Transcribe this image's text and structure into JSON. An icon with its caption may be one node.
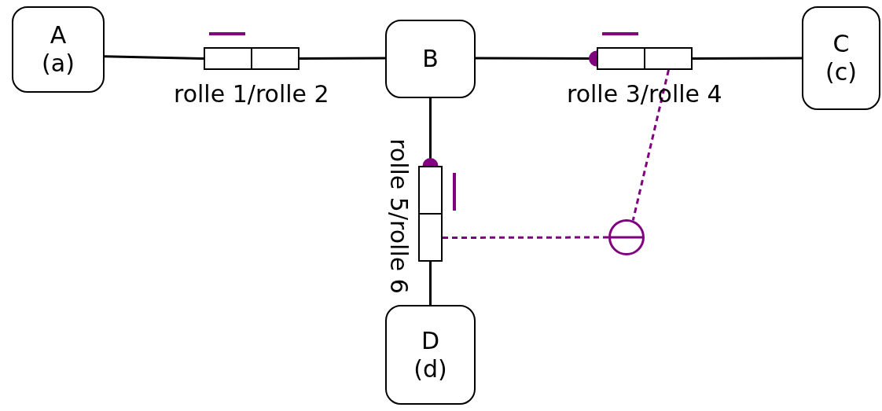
{
  "diagram": {
    "nodes": [
      {
        "text": [
          "A",
          "(a)"
        ]
      },
      {
        "text": [
          "B"
        ]
      },
      {
        "text": [
          "C",
          "(c)"
        ]
      },
      {
        "text": [
          "D",
          "(d)"
        ]
      },
      {
        "text": [],
        "shape": "box",
        "beside": [
          "rolle 1/rolle 2"
        ]
      },
      {
        "text": [],
        "shape": "box",
        "beside": [
          "rolle 3/rolle 4"
        ]
      },
      {
        "text": [],
        "shape": "box",
        "beside": [
          "rolle 5/rolle 6"
        ]
      },
      {
        "text": [],
        "shape": "circle"
      }
    ],
    "edges": [
      {
        "from": 0,
        "to": 4,
        "arrow": "none"
      },
      {
        "from": 4,
        "to": 1,
        "arrow": "none"
      },
      {
        "from": 1,
        "to": 5,
        "arrow": "other"
      },
      {
        "from": 5,
        "to": 2,
        "arrow": "none"
      },
      {
        "from": 1,
        "to": 6,
        "arrow": "other"
      },
      {
        "from": 6,
        "to": 3,
        "arrow": "none"
      },
      {
        "from": 5,
        "to": 7,
        "arrow": "none",
        "style": "dashed",
        "color": "#800080"
      },
      {
        "from": 6,
        "to": 7,
        "arrow": "none",
        "style": "dashed",
        "color": "#800080"
      }
    ]
  }
}
